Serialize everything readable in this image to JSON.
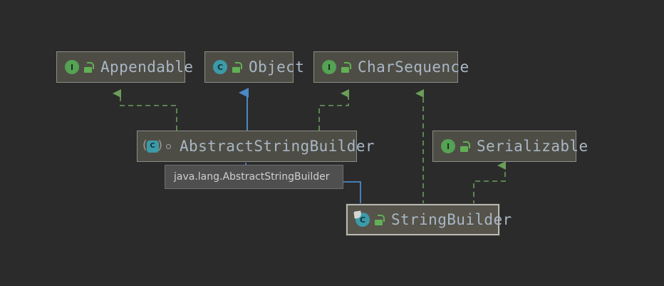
{
  "diagram": {
    "title": "Java class hierarchy diagram",
    "background_color": "#2b2b2b",
    "node_fill_color": "#4e4d45",
    "node_border_color": "#8c8c88",
    "label_color": "#a9b7c6",
    "realization_color": "#6a9e5a",
    "generalization_color": "#4a88c7",
    "selected_node": "StringBuilder"
  },
  "nodes": [
    {
      "id": "appendable",
      "label": "Appendable",
      "kind": "interface",
      "icon": "interface-icon",
      "visibility_icon": "unlocked-padlock-icon",
      "selected": false
    },
    {
      "id": "object",
      "label": "Object",
      "kind": "class",
      "icon": "class-icon",
      "visibility_icon": "unlocked-padlock-icon",
      "selected": false
    },
    {
      "id": "charsequence",
      "label": "CharSequence",
      "kind": "interface",
      "icon": "interface-icon",
      "visibility_icon": "unlocked-padlock-icon",
      "selected": false
    },
    {
      "id": "abstractstringbuilder",
      "label": "AbstractStringBuilder",
      "kind": "abstract-class",
      "icon": "abstract-class-icon",
      "visibility_icon": "package-private-dot-icon",
      "selected": false
    },
    {
      "id": "serializable",
      "label": "Serializable",
      "kind": "interface",
      "icon": "interface-icon",
      "visibility_icon": "unlocked-padlock-icon",
      "selected": false
    },
    {
      "id": "stringbuilder",
      "label": "StringBuilder",
      "kind": "final-class",
      "icon": "final-class-icon",
      "visibility_icon": "unlocked-padlock-icon",
      "selected": true
    }
  ],
  "tooltip": {
    "text": "java.lang.AbstractStringBuilder"
  },
  "edges": [
    {
      "from": "AbstractStringBuilder",
      "to": "Appendable",
      "type": "realization",
      "style": "dashed",
      "color": "#6a9e5a"
    },
    {
      "from": "AbstractStringBuilder",
      "to": "Object",
      "type": "generalization",
      "style": "solid",
      "color": "#4a88c7"
    },
    {
      "from": "AbstractStringBuilder",
      "to": "CharSequence",
      "type": "realization",
      "style": "dashed",
      "color": "#6a9e5a"
    },
    {
      "from": "StringBuilder",
      "to": "CharSequence",
      "type": "realization",
      "style": "dashed",
      "color": "#6a9e5a"
    },
    {
      "from": "StringBuilder",
      "to": "Serializable",
      "type": "realization",
      "style": "dashed",
      "color": "#6a9e5a"
    },
    {
      "from": "StringBuilder",
      "to": "AbstractStringBuilder",
      "type": "generalization",
      "style": "solid",
      "color": "#4a88c7"
    }
  ]
}
